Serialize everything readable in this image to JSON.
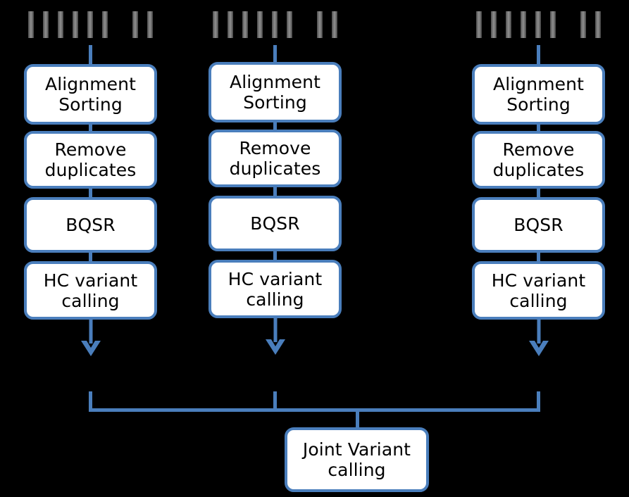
{
  "diagram": {
    "title": "Per-sample GATK variant calling workflow with joint genotyping",
    "accent_color": "#4a7ebc",
    "box_fill": "#ffffff",
    "background": "#000000",
    "read_bar_color": "#8f8f8f",
    "columns": [
      {
        "id": "sample-1",
        "reads": {
          "group_a_bars": 6,
          "group_b_bars": 2
        },
        "steps": [
          {
            "id": "alignment-sorting",
            "label": "Alignment\nSorting"
          },
          {
            "id": "remove-duplicates",
            "label": "Remove\nduplicates"
          },
          {
            "id": "bqsr",
            "label": "BQSR"
          },
          {
            "id": "hc-variant-calling",
            "label": "HC variant\ncalling"
          }
        ]
      },
      {
        "id": "sample-2",
        "reads": {
          "group_a_bars": 6,
          "group_b_bars": 2
        },
        "steps": [
          {
            "id": "alignment-sorting",
            "label": "Alignment\nSorting"
          },
          {
            "id": "remove-duplicates",
            "label": "Remove\nduplicates"
          },
          {
            "id": "bqsr",
            "label": "BQSR"
          },
          {
            "id": "hc-variant-calling",
            "label": "HC variant\ncalling"
          }
        ]
      },
      {
        "id": "sample-3",
        "reads": {
          "group_a_bars": 6,
          "group_b_bars": 2
        },
        "steps": [
          {
            "id": "alignment-sorting",
            "label": "Alignment\nSorting"
          },
          {
            "id": "remove-duplicates",
            "label": "Remove\nduplicates"
          },
          {
            "id": "bqsr",
            "label": "BQSR"
          },
          {
            "id": "hc-variant-calling",
            "label": "HC variant\ncalling"
          }
        ]
      }
    ],
    "merge": {
      "id": "joint-variant-calling",
      "label": "Joint Variant\ncalling"
    }
  }
}
